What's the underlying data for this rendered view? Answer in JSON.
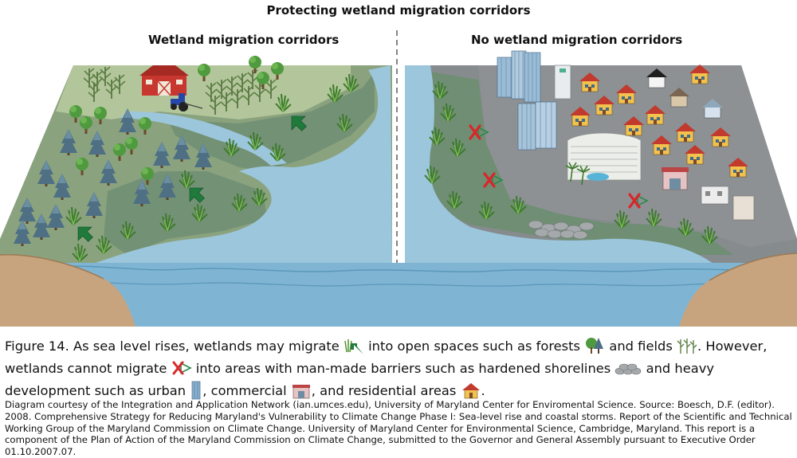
{
  "title": "Protecting wetland migration corridors",
  "panels": {
    "left_title": "Wetland migration corridors",
    "right_title": "No wetland migration corridors"
  },
  "caption": {
    "part1": "Figure 14. As sea level rises, wetlands may migrate ",
    "part2": " into open spaces such as forests ",
    "part3": " and fields ",
    "part4": ". However, wetlands cannot migrate ",
    "part5": " into areas with man-made barriers such as hardened shorelines ",
    "part6": " and heavy development such as urban ",
    "part7": ", commercial ",
    "part8": ", and residential areas ",
    "part9": "."
  },
  "credit": "Diagram courtesy of the Integration and Application Network (ian.umces.edu), University of Maryland Center for Enviromental Science. Source: Boesch, D.F. (editor). 2008. Comprehensive Strategy for Reducing Maryland's Vulnerability to Climate Change Phase I: Sea-level rise and coastal storms. Report of the Scientific and Technical Working Group of the Maryland Commission on Climate Change. University of Maryland Center for Environmental Science, Cambridge, Maryland. This report is a component of the Plan of Action of the Maryland Commission on Climate Change, submitted to the Governor and General Assembly pursuant to Executive Order 01.10.2007.07.",
  "icons": {
    "migrate_arrow": "green-arrow-icon",
    "forest": "tree-icon",
    "field": "field-icon",
    "blocked": "red-x-icon",
    "shoreline": "rocks-icon",
    "urban": "skyscraper-icon",
    "commercial": "commercial-building-icon",
    "residential": "house-icon"
  },
  "colors": {
    "water": "#9cc6dc",
    "wetland": "#7e9a86",
    "field": "#a9bf94",
    "developed": "#8a8f92",
    "beach": "#c8a47e",
    "arrow": "#1f7a3c",
    "barrier_x": "#d9262a"
  }
}
